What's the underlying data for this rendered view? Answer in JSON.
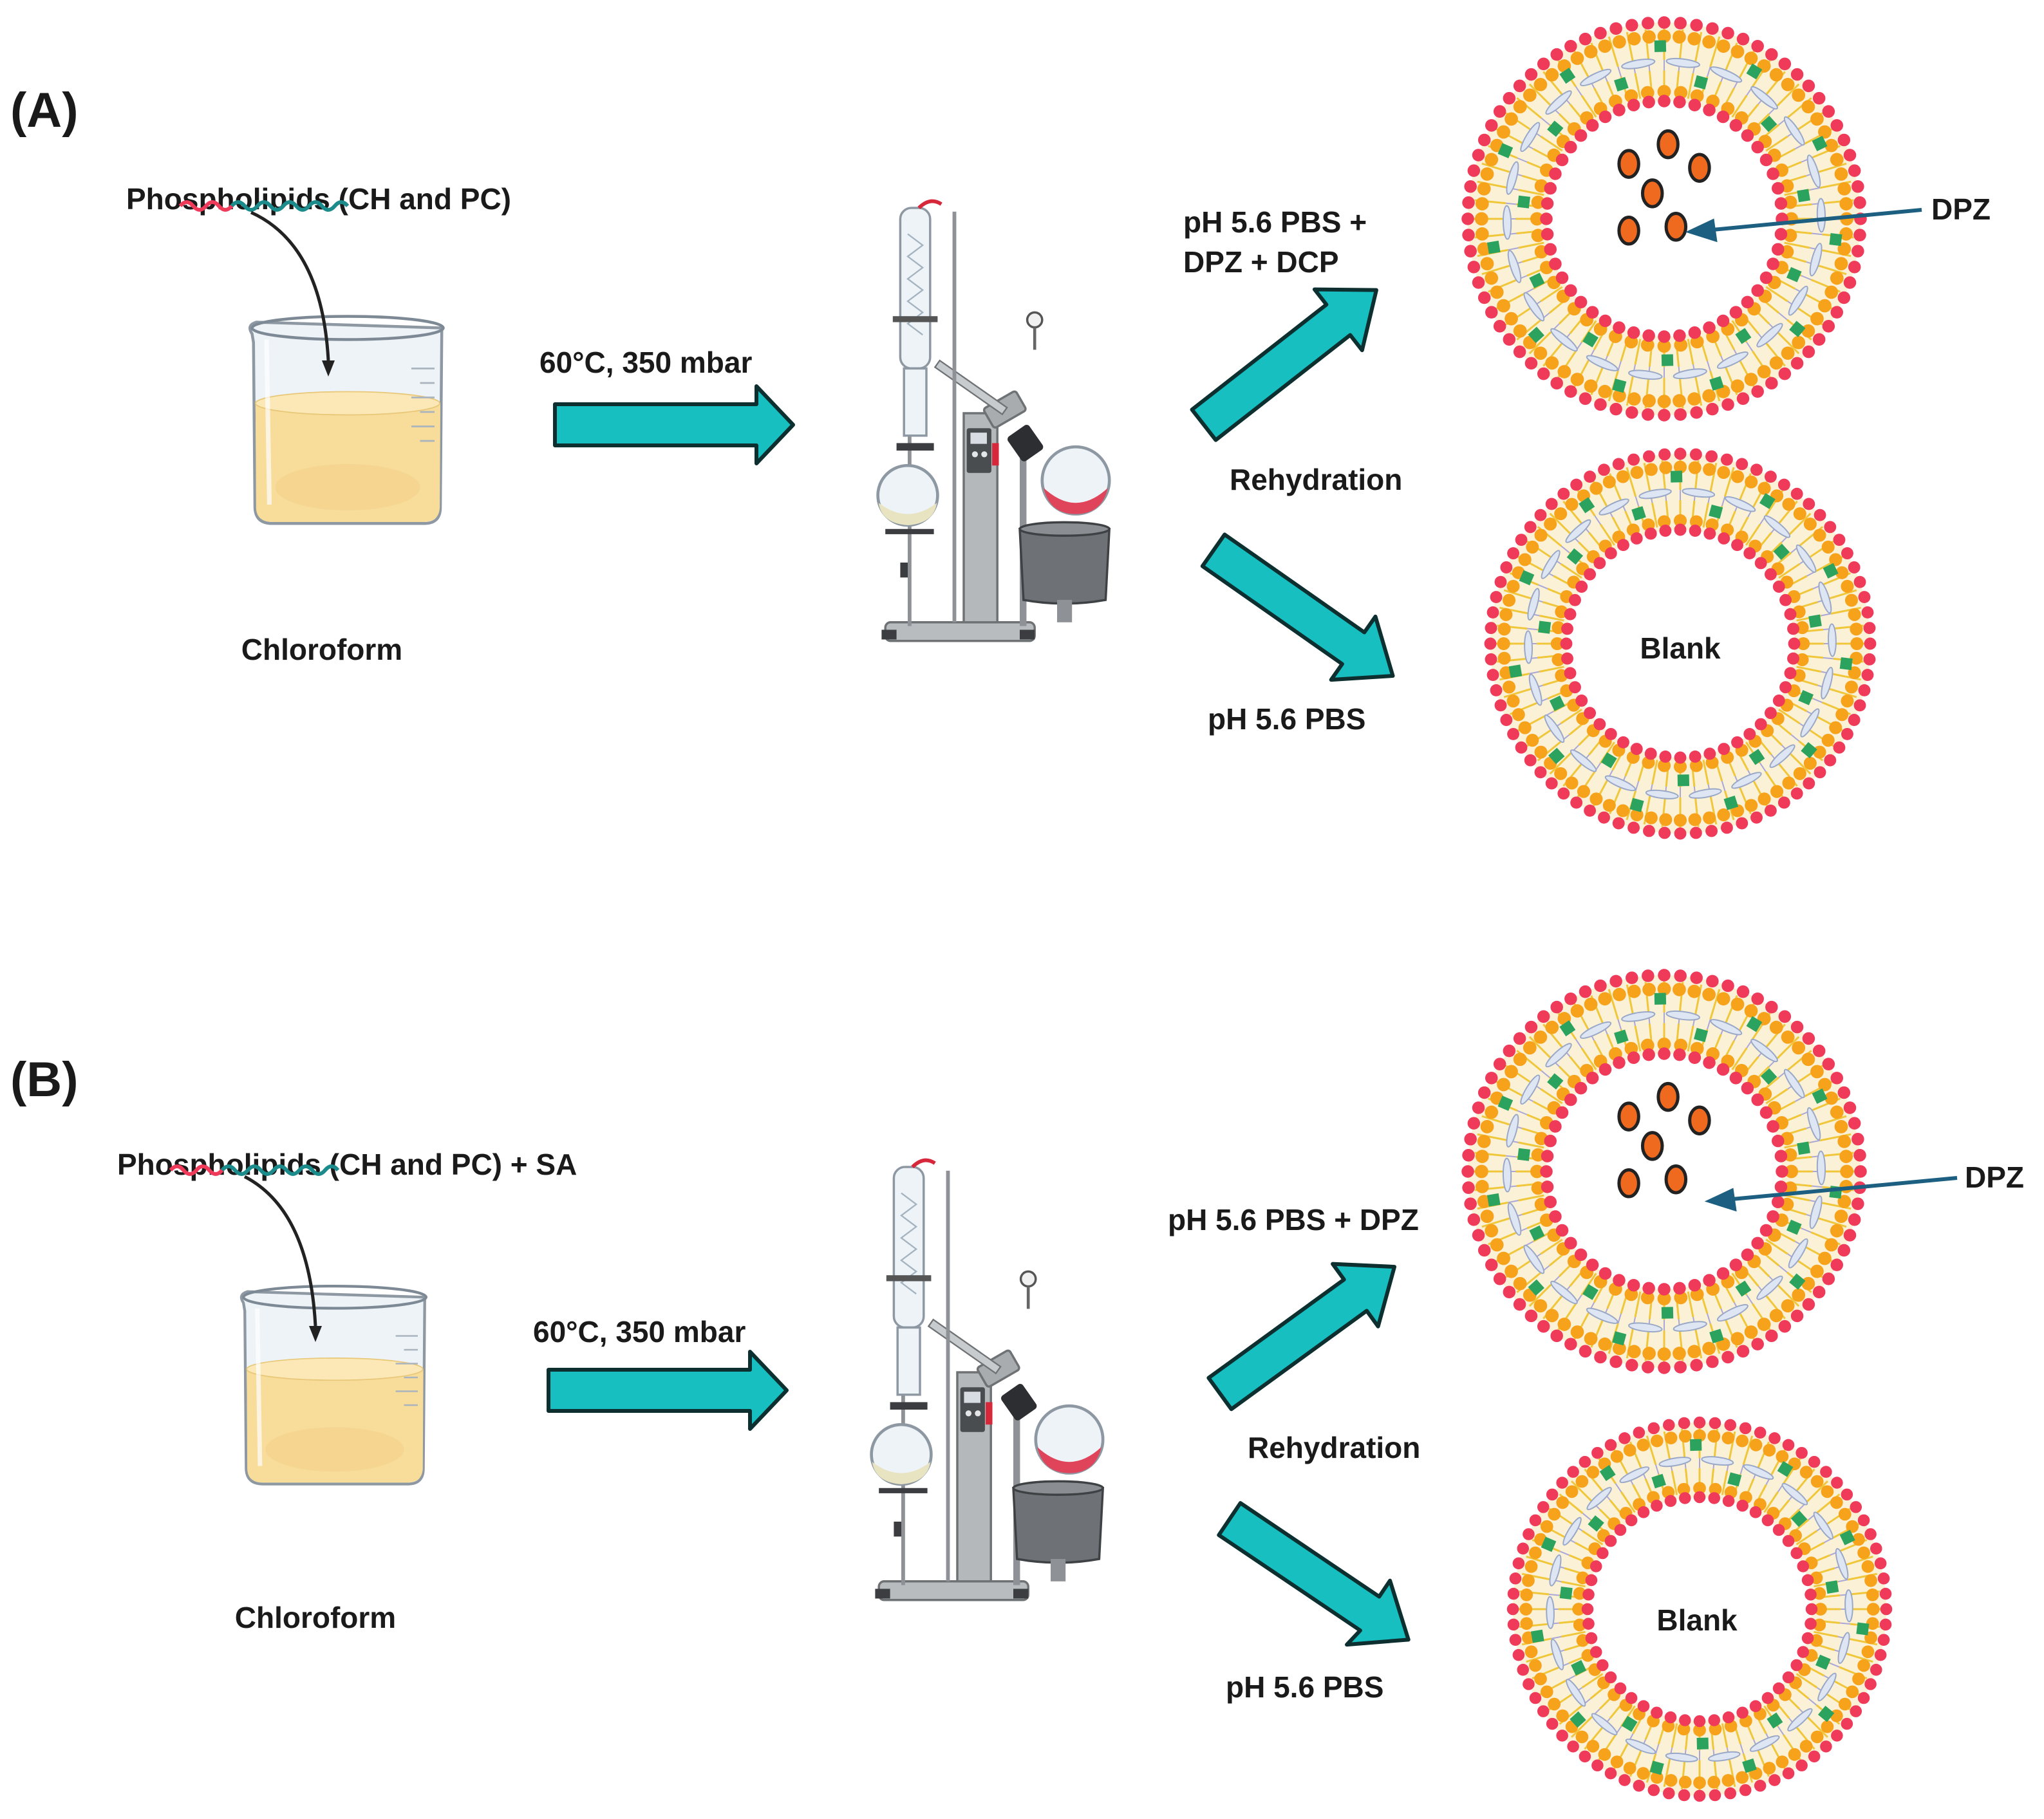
{
  "panels": [
    {
      "id": "A",
      "label": "(A)",
      "reagent": "Phospholipids (CH and PC)",
      "solvent": "Chloroform",
      "conditions": "60°C, 350 mbar",
      "upper_medium_line1": "pH 5.6 PBS +",
      "upper_medium_line2": "DPZ + DCP",
      "step": "Rehydration",
      "lower_medium": "pH 5.6 PBS",
      "drug_label": "DPZ",
      "blank_label": "Blank"
    },
    {
      "id": "B",
      "label": "(B)",
      "reagent": "Phospholipids (CH and PC) + SA",
      "solvent": "Chloroform",
      "conditions": "60°C, 350 mbar",
      "upper_medium_line1": "pH 5.6 PBS + DPZ",
      "step": "Rehydration",
      "lower_medium": "pH 5.6 PBS",
      "drug_label": "DPZ",
      "blank_label": "Blank"
    }
  ],
  "icons": {
    "beaker": "beaker-icon",
    "rotary_evaporator": "rotary-evaporator-icon",
    "liposome": "liposome-icon",
    "lipid": "lipid-chain-icon"
  },
  "colors": {
    "arrow_fill": "#18bfc0",
    "arrow_stroke": "#0d2f30",
    "head_outer": "#ef3a5a",
    "head_inner": "#f7a21b",
    "tail": "#f0c73a",
    "cholesterol": "#2ca25f",
    "drug": "#ef6a1f",
    "pointer": "#1c5f80",
    "solution": "#f7dc9a"
  }
}
